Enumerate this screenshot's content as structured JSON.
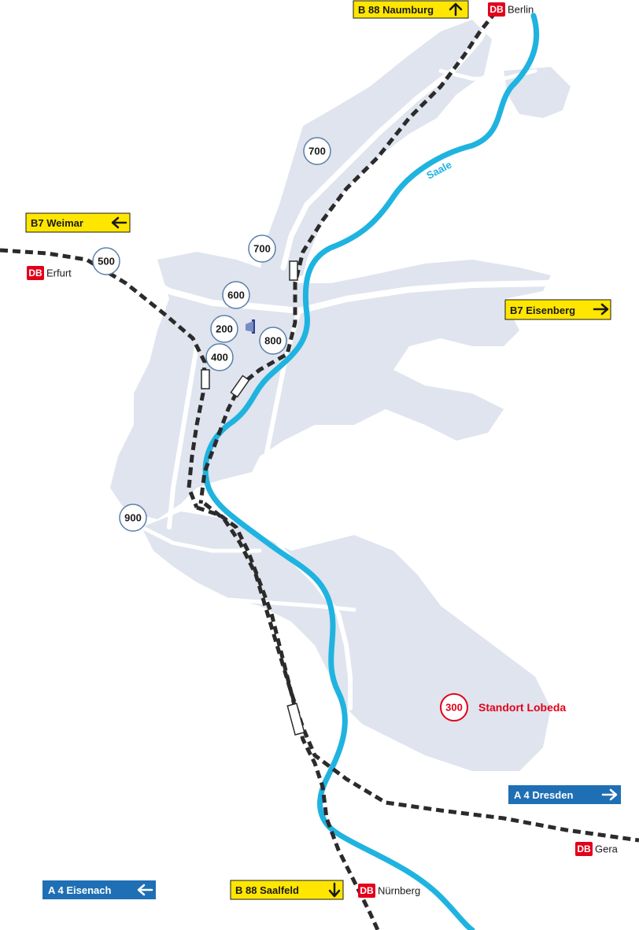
{
  "colors": {
    "urban": "#dfe4ee",
    "road": "#ffffff",
    "river": "#1fb3e0",
    "rail": "#2b2b2b",
    "sign_yellow": "#ffe600",
    "sign_blue": "#1f6fb4",
    "db_red": "#e2001a",
    "zone_border": "#5a7fa8",
    "lobeda_red": "#e2001a"
  },
  "river": {
    "label": "Saale"
  },
  "road_signs": [
    {
      "id": "b88-naumburg",
      "text": "B 88 Naumburg",
      "arrow": "up",
      "style": "yellow"
    },
    {
      "id": "b7-weimar",
      "text": "B7 Weimar",
      "arrow": "left",
      "style": "yellow"
    },
    {
      "id": "b7-eisenberg",
      "text": "B7 Eisenberg",
      "arrow": "right",
      "style": "yellow"
    },
    {
      "id": "a4-dresden",
      "text": "A 4 Dresden",
      "arrow": "right",
      "style": "blue"
    },
    {
      "id": "a4-eisenach",
      "text": "A 4 Eisenach",
      "arrow": "left",
      "style": "blue"
    },
    {
      "id": "b88-saalfeld",
      "text": "B 88 Saalfeld",
      "arrow": "down",
      "style": "yellow"
    }
  ],
  "rail_destinations": [
    {
      "id": "berlin",
      "badge": "DB",
      "city": "Berlin"
    },
    {
      "id": "erfurt",
      "badge": "DB",
      "city": "Erfurt"
    },
    {
      "id": "gera",
      "badge": "DB",
      "city": "Gera"
    },
    {
      "id": "nuernberg",
      "badge": "DB",
      "city": "Nürnberg"
    }
  ],
  "zones": [
    {
      "id": "z700a",
      "number": "700"
    },
    {
      "id": "z700b",
      "number": "700"
    },
    {
      "id": "z500",
      "number": "500"
    },
    {
      "id": "z600",
      "number": "600"
    },
    {
      "id": "z200",
      "number": "200"
    },
    {
      "id": "z800",
      "number": "800"
    },
    {
      "id": "z400",
      "number": "400"
    },
    {
      "id": "z900",
      "number": "900"
    }
  ],
  "lobeda": {
    "number": "300",
    "label": "Standort Lobeda"
  },
  "icons": {
    "location": "location-flag-icon",
    "arrow_up": "arrow-up-icon",
    "arrow_left": "arrow-left-icon",
    "arrow_right": "arrow-right-icon",
    "arrow_down": "arrow-down-icon"
  }
}
